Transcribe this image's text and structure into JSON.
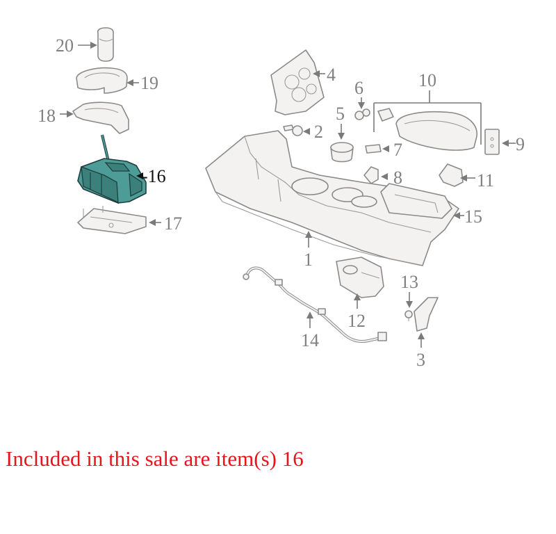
{
  "caption": {
    "text": "Included in this sale are item(s) 16",
    "color": "#e8141d"
  },
  "callouts": {
    "c1": "1",
    "c2": "2",
    "c3": "3",
    "c4": "4",
    "c5": "5",
    "c6": "6",
    "c7": "7",
    "c8": "8",
    "c9": "9",
    "c10": "10",
    "c11": "11",
    "c12": "12",
    "c13": "13",
    "c14": "14",
    "c15": "15",
    "c16": "-16",
    "c17": "17",
    "c18": "18",
    "c19": "19",
    "c20": "20"
  },
  "colors": {
    "highlight_part": "#4e9c98",
    "line": "#8a8a8a"
  }
}
